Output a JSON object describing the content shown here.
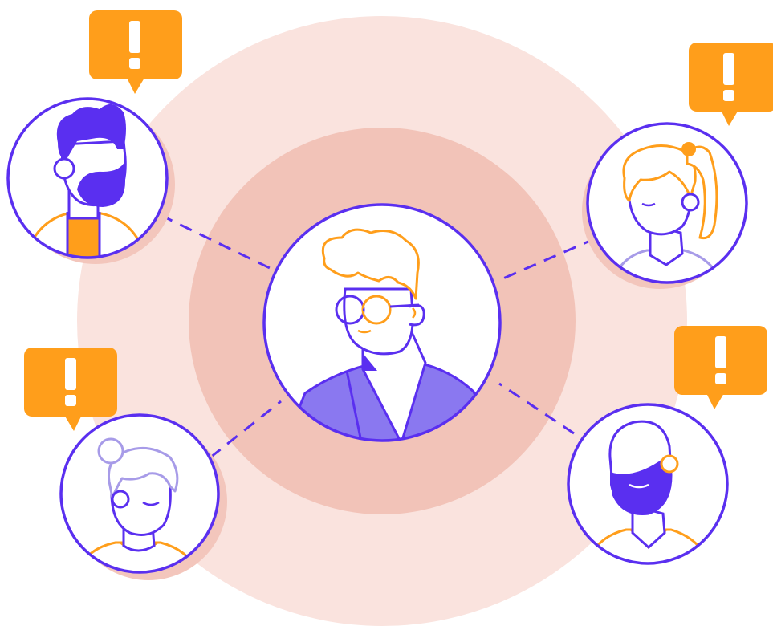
{
  "illustration": {
    "center_person": {
      "avatar_icon": "person-with-glasses-icon",
      "robe_color": "#8a78f0"
    },
    "peripheral_people": [
      {
        "id": "top-left",
        "avatar_icon": "man-with-beard-icon",
        "alert": true
      },
      {
        "id": "top-right",
        "avatar_icon": "woman-ponytail-icon",
        "alert": true
      },
      {
        "id": "bottom-left",
        "avatar_icon": "woman-bun-icon",
        "alert": true
      },
      {
        "id": "bottom-right",
        "avatar_icon": "bald-bearded-man-icon",
        "alert": true
      }
    ],
    "alert_bubble": {
      "symbol": "!",
      "icon": "exclamation-icon"
    },
    "colors": {
      "outer_ring": "#fae3de",
      "inner_ring": "#f2c3b8",
      "outline": "#5a2ff0",
      "accent_orange": "#ff9e1b",
      "robe": "#8a78f0",
      "avatar_shadow": "#f3c6bc"
    }
  }
}
